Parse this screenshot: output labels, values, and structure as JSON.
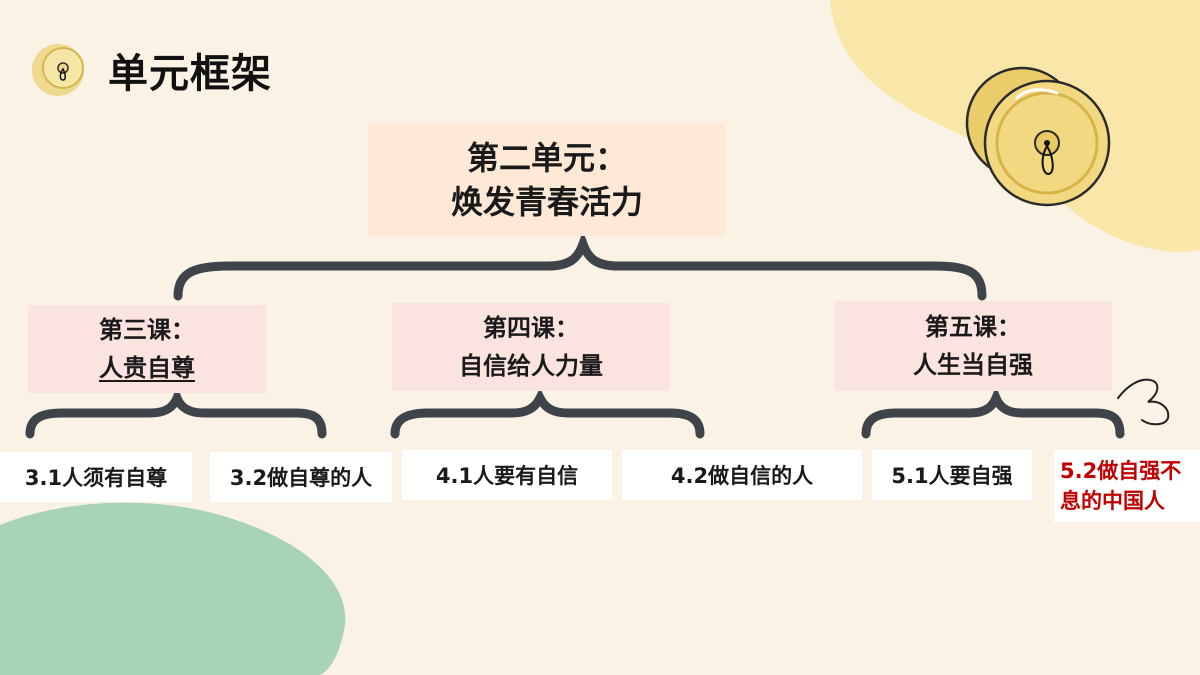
{
  "header": {
    "title": "单元框架"
  },
  "unit": {
    "line1": "第二单元：",
    "line2": "焕发青春活力"
  },
  "lessons": [
    {
      "line1": "第三课：",
      "line2": "人贵自尊"
    },
    {
      "line1": "第四课：",
      "line2": "自信给人力量"
    },
    {
      "line1": "第五课：",
      "line2": "人生当自强"
    }
  ],
  "subtopics": [
    {
      "label": "3.1人须有自尊"
    },
    {
      "label": "3.2做自尊的人"
    },
    {
      "label": "4.1人要有自信"
    },
    {
      "label": "4.2做自信的人"
    },
    {
      "label": "5.1人要自强"
    },
    {
      "label": "5.2做自强不息的中国人"
    }
  ],
  "colors": {
    "background": "#fbf2e6",
    "bracket": "#3f444b",
    "unit_box": "#fde9d6",
    "lesson_box": "#fbe3df",
    "highlight_text": "#c00000",
    "yellow_blob": "#f8e7a8",
    "green_blob": "#a9d3b7"
  }
}
